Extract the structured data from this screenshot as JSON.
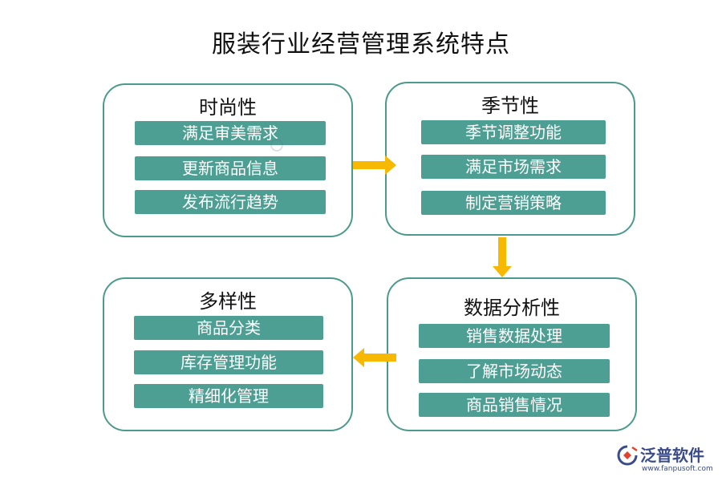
{
  "title": "服装行业经营管理系统特点",
  "cards": {
    "fashion": {
      "title": "时尚性",
      "items": [
        "满足审美需求",
        "更新商品信息",
        "发布流行趋势"
      ]
    },
    "seasonal": {
      "title": "季节性",
      "items": [
        "季节调整功能",
        "满足市场需求",
        "制定营销策略"
      ]
    },
    "data_analysis": {
      "title": "数据分析性",
      "items": [
        "销售数据处理",
        "了解市场动态",
        "商品销售情况"
      ]
    },
    "diversity": {
      "title": "多样性",
      "items": [
        "商品分类",
        "库存管理功能",
        "精细化管理"
      ]
    }
  },
  "logo": {
    "name": "泛普软件",
    "url": "www.fanpusoft.com"
  },
  "colors": {
    "teal": "#4e9f93",
    "border": "#4c9a8c",
    "arrow": "#f6b800",
    "logo": "#3a4c8a"
  }
}
